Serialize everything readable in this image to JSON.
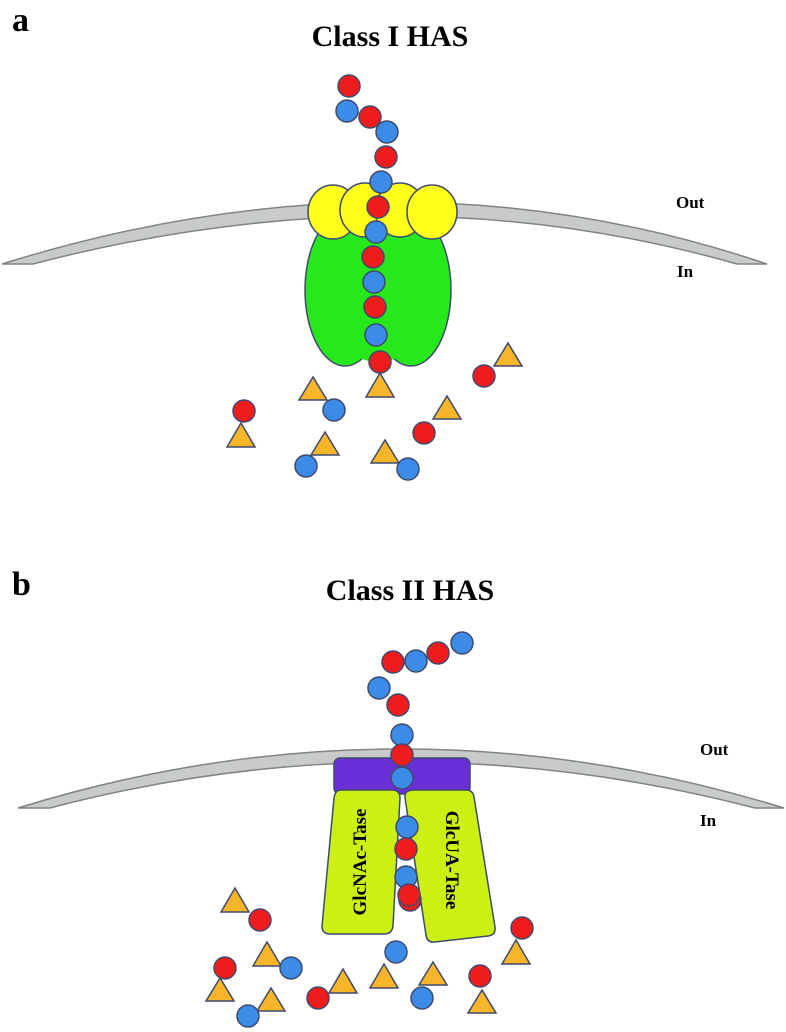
{
  "panel_a": {
    "letter": "a",
    "title": "Class I HAS",
    "out_label": "Out",
    "in_label": "In"
  },
  "panel_b": {
    "letter": "b",
    "title": "Class II HAS",
    "out_label": "Out",
    "in_label": "In",
    "left_domain_label": "GlcNAc-Tase",
    "right_domain_label": "GlcUA-Tase"
  },
  "colors": {
    "membrane": "#c8cbca",
    "membrane_stroke": "#7f8584",
    "red_sugar": "#ee1c1c",
    "blue_sugar": "#3c8be6",
    "triangle": "#f7b52a",
    "yellow_subunit": "#ffff1a",
    "green_body": "#27e81b",
    "lime_domain": "#ccf014",
    "purple_cap": "#6b2fd8",
    "outline": "#3f4a6e"
  }
}
